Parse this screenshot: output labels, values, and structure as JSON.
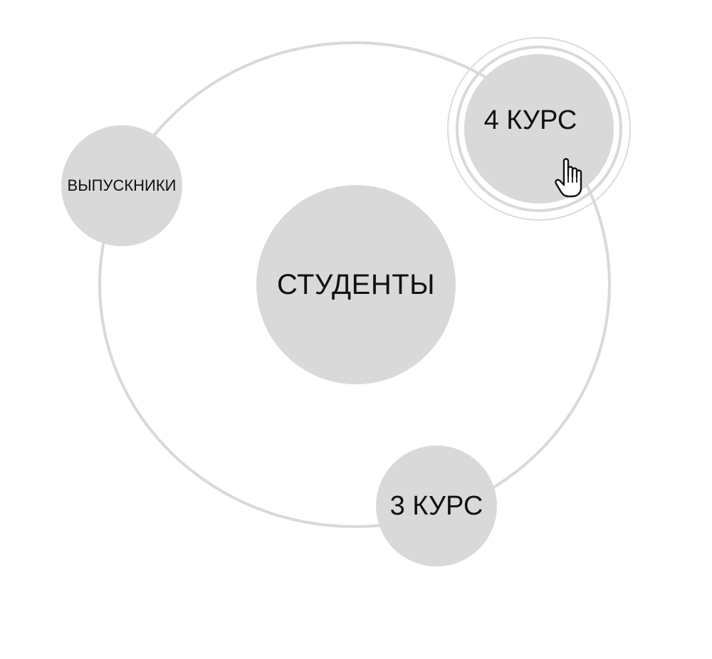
{
  "diagram": {
    "center": {
      "label": "СТУДЕНТЫ"
    },
    "satellites": [
      {
        "id": "graduates",
        "label": "ВЫПУСКНИКИ",
        "state": "default"
      },
      {
        "id": "year4",
        "label": "4 КУРС",
        "state": "hover"
      },
      {
        "id": "year3",
        "label": "3 КУРС",
        "state": "default"
      }
    ]
  },
  "colors": {
    "node_fill": "#d9d9d9",
    "orbit_stroke": "#d9d9d9",
    "text": "#111111",
    "background": "#ffffff"
  },
  "cursor": {
    "icon": "hand-pointer-icon"
  }
}
